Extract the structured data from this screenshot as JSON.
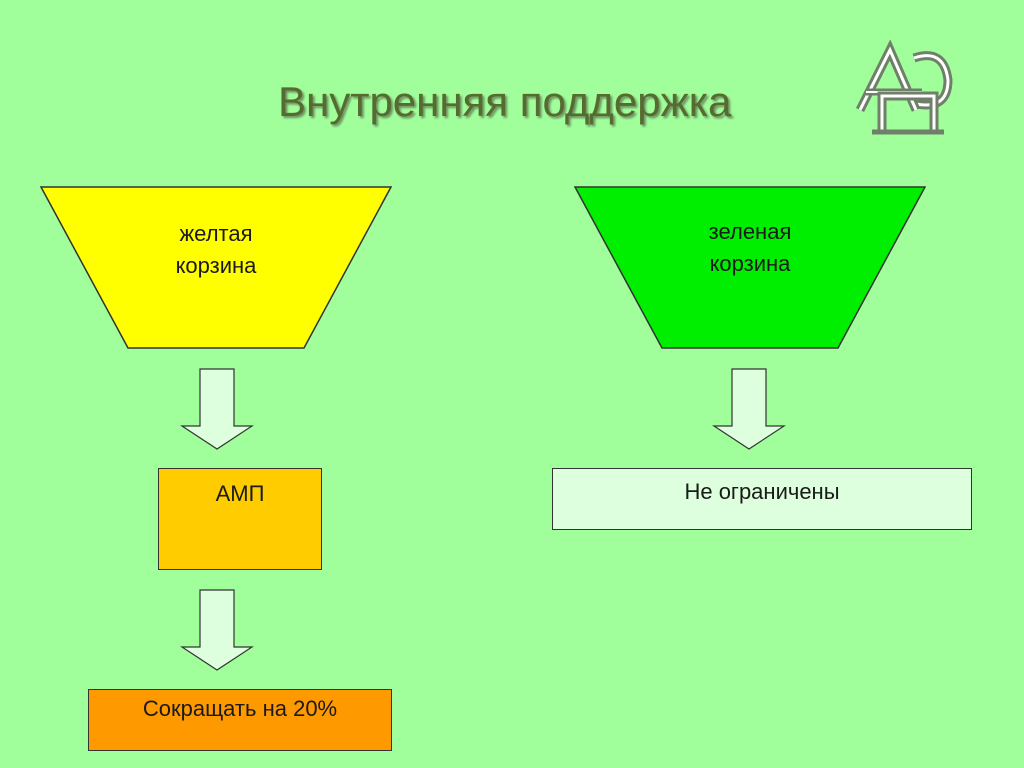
{
  "slide": {
    "title": "Внутренняя поддержка",
    "logo_letters": "АПЭ"
  },
  "left_column": {
    "funnel": {
      "line1": "желтая",
      "line2": "корзина",
      "color": "#ffff00"
    },
    "box1": {
      "label": "АМП",
      "color": "#ffcc00"
    },
    "box2": {
      "label": "Сокращать на 20%",
      "color": "#ff9900"
    }
  },
  "right_column": {
    "funnel": {
      "line1": "зеленая",
      "line2": "корзина",
      "color": "#00ee00"
    },
    "box1": {
      "label": "Не ограничены",
      "color": "#ddffdd"
    }
  },
  "colors": {
    "background": "#a0ff9a",
    "arrow_fill": "#ddffdd",
    "title_color": "#556b2f"
  }
}
